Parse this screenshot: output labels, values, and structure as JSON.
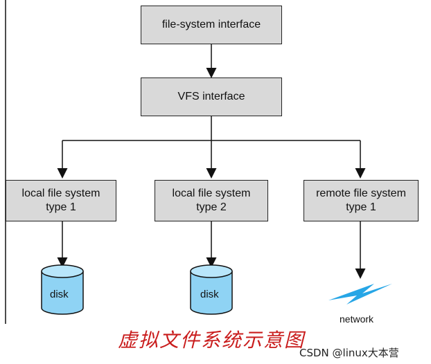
{
  "diagram": {
    "boxes": {
      "filesystem_interface": "file-system interface",
      "vfs_interface": "VFS interface",
      "local_fs_1": "local file system\ntype 1",
      "local_fs_2": "local file system\ntype 2",
      "remote_fs_1": "remote file system\ntype 1"
    },
    "disk_labels": [
      "disk",
      "disk"
    ],
    "network_label": "network",
    "caption": "虚拟文件系统示意图",
    "watermark": "CSDN @linux大本营"
  },
  "colors": {
    "box_fill": "#d9d9d9",
    "disk_fill": "#8fd3f4",
    "network_bolt": "#27a6e6",
    "caption": "#c91c1c"
  }
}
